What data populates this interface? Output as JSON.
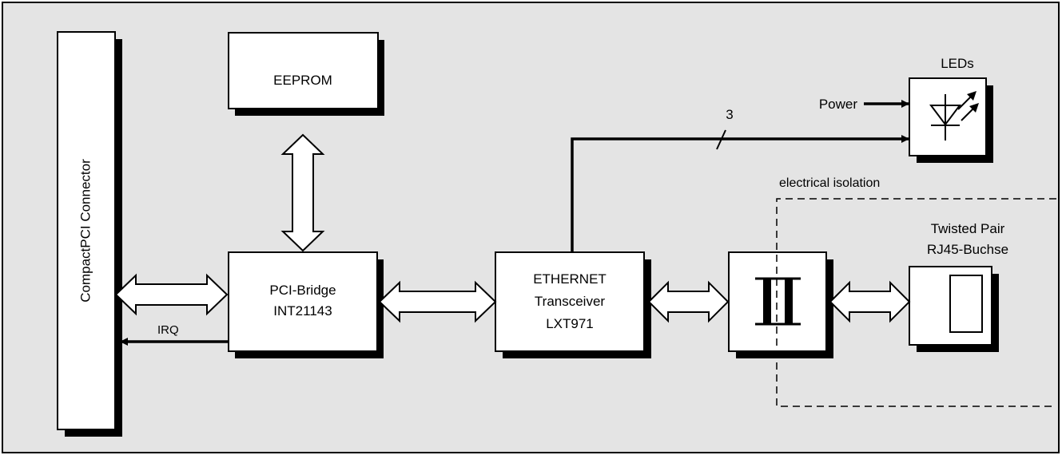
{
  "colors": {
    "background": "#e4e4e4",
    "box_fill": "#ffffff",
    "shadow": "#000000",
    "line": "#000000"
  },
  "blocks": {
    "connector": "CompactPCI Connector",
    "eeprom": "EEPROM",
    "pci_bridge": [
      "PCI-Bridge",
      "INT21143"
    ],
    "ethernet": [
      "ETHERNET",
      "Transceiver",
      "LXT971"
    ],
    "leds": "LEDs",
    "rj45": [
      "Twisted Pair",
      "RJ45-Buchse"
    ]
  },
  "labels": {
    "irq": "IRQ",
    "power": "Power",
    "bus_width": "3",
    "isolation": "electrical isolation"
  }
}
